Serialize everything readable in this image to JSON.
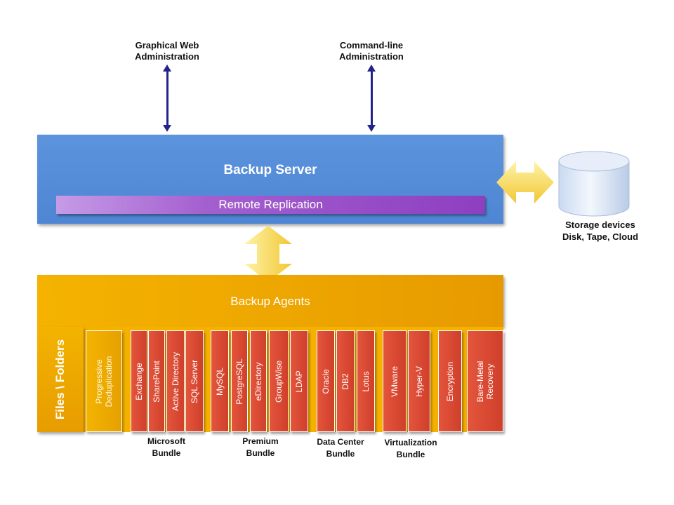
{
  "admin": {
    "web": "Graphical Web\nAdministration",
    "cli": "Command-line\nAdministration"
  },
  "server": {
    "title": "Backup Server",
    "replication": "Remote Replication"
  },
  "storage": {
    "label": "Storage devices\nDisk, Tape, Cloud"
  },
  "agents": {
    "title": "Backup Agents",
    "files": "Files \\ Folders",
    "dedup": "Progressive\nDeduplication",
    "modules": [
      {
        "label": "Exchange"
      },
      {
        "label": "SharePoint"
      },
      {
        "label": "Active Directory"
      },
      {
        "label": "SQL Server"
      },
      {
        "label": "MySQL"
      },
      {
        "label": "PostgreSQL"
      },
      {
        "label": "eDirectory"
      },
      {
        "label": "GroupWise"
      },
      {
        "label": "LDAP"
      },
      {
        "label": "Oracle"
      },
      {
        "label": "DB2"
      },
      {
        "label": "Lotus"
      },
      {
        "label": "VMware"
      },
      {
        "label": "Hyper-V"
      },
      {
        "label": "Encryption"
      },
      {
        "label": "Bare-Metal\nRecovery"
      }
    ]
  },
  "bundles": [
    {
      "label": "Microsoft\nBundle"
    },
    {
      "label": "Premium\nBundle"
    },
    {
      "label": "Data Center\nBundle"
    },
    {
      "label": "Virtualization\nBundle"
    }
  ],
  "colors": {
    "server": "#4f86d4",
    "replication": "#9b4fca",
    "agents": "#eea600",
    "module": "#d9472f",
    "arrow": "#23238e",
    "connector": "#f5d64a"
  }
}
